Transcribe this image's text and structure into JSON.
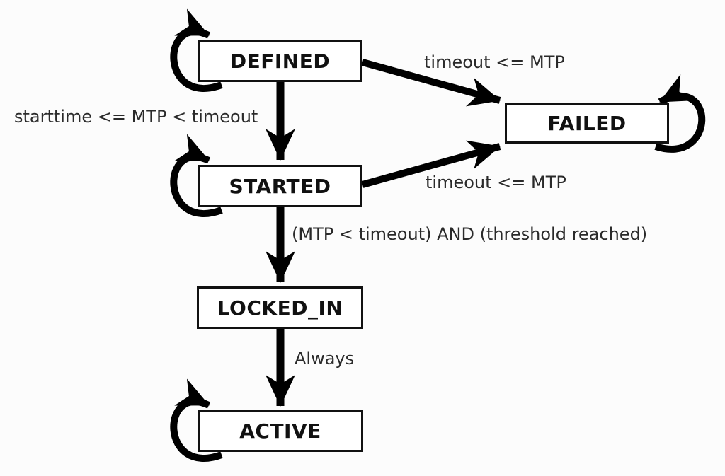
{
  "diagram": {
    "kind": "state-machine",
    "background_color": "#fcfcfc",
    "box_fill": "#ffffff",
    "line_color": "#000000",
    "states": [
      {
        "id": "defined",
        "label": "DEFINED",
        "self_loop": true,
        "self_loop_side": "left"
      },
      {
        "id": "failed",
        "label": "FAILED",
        "self_loop": true,
        "self_loop_side": "right"
      },
      {
        "id": "started",
        "label": "STARTED",
        "self_loop": true,
        "self_loop_side": "left"
      },
      {
        "id": "locked_in",
        "label": "LOCKED_IN",
        "self_loop": false,
        "self_loop_side": ""
      },
      {
        "id": "active",
        "label": "ACTIVE",
        "self_loop": true,
        "self_loop_side": "left"
      }
    ],
    "transitions": [
      {
        "from": "DEFINED",
        "to": "STARTED",
        "label": "starttime <= MTP < timeout"
      },
      {
        "from": "DEFINED",
        "to": "FAILED",
        "label": "timeout <= MTP"
      },
      {
        "from": "STARTED",
        "to": "FAILED",
        "label": "timeout <= MTP"
      },
      {
        "from": "STARTED",
        "to": "LOCKED_IN",
        "label": "(MTP < timeout) AND (threshold reached)"
      },
      {
        "from": "LOCKED_IN",
        "to": "ACTIVE",
        "label": "Always"
      }
    ]
  }
}
